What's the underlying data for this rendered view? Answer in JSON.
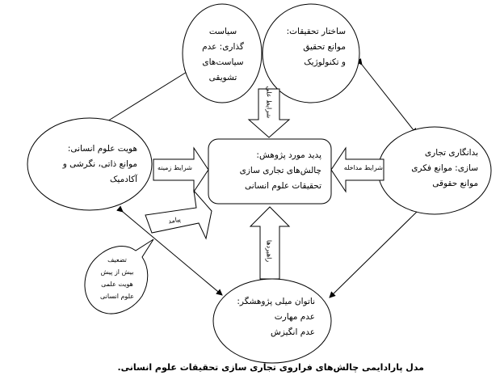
{
  "nodes": {
    "policy": {
      "lines": [
        "سیاست",
        "گذاری: عدم",
        "سیاست‌های",
        "تشویقی"
      ]
    },
    "research_structure": {
      "lines": [
        "ساختار تحقیقات:",
        "موانع تحقیق",
        "و تکنولوژیک"
      ]
    },
    "humanities_identity": {
      "lines": [
        "هویت علوم انسانی:",
        "موانع ذاتی، نگرشی و",
        "آکادمیک"
      ]
    },
    "central": {
      "lines": [
        "پدید مورد پژوهش:",
        "چالش‌های تجاری سازی",
        "تحقیقات علوم انسانی"
      ]
    },
    "commercial_culture": {
      "lines": [
        "بدانگاری تجاری",
        "سازی: موانع فکری",
        "موانع حقوقی"
      ]
    },
    "researcher_inability": {
      "lines": [
        "ناتوان میلی پژوهشگر:",
        "عدم مهارت",
        "عدم انگیزش"
      ]
    },
    "callout": {
      "lines": [
        "تضعیف",
        "بیش از پیش",
        "هویت علمی",
        "علوم انسانی"
      ]
    }
  },
  "arrows": {
    "top": "شرایط علی",
    "left": "شرایط زمینه",
    "right": "شرایط مداخله",
    "bottom": "راهبردها",
    "consequence": "پیامد"
  },
  "caption": "مدل پارادایمی چالش‌های فراروی تجاری سازی تحقیقات علوم انسانی."
}
